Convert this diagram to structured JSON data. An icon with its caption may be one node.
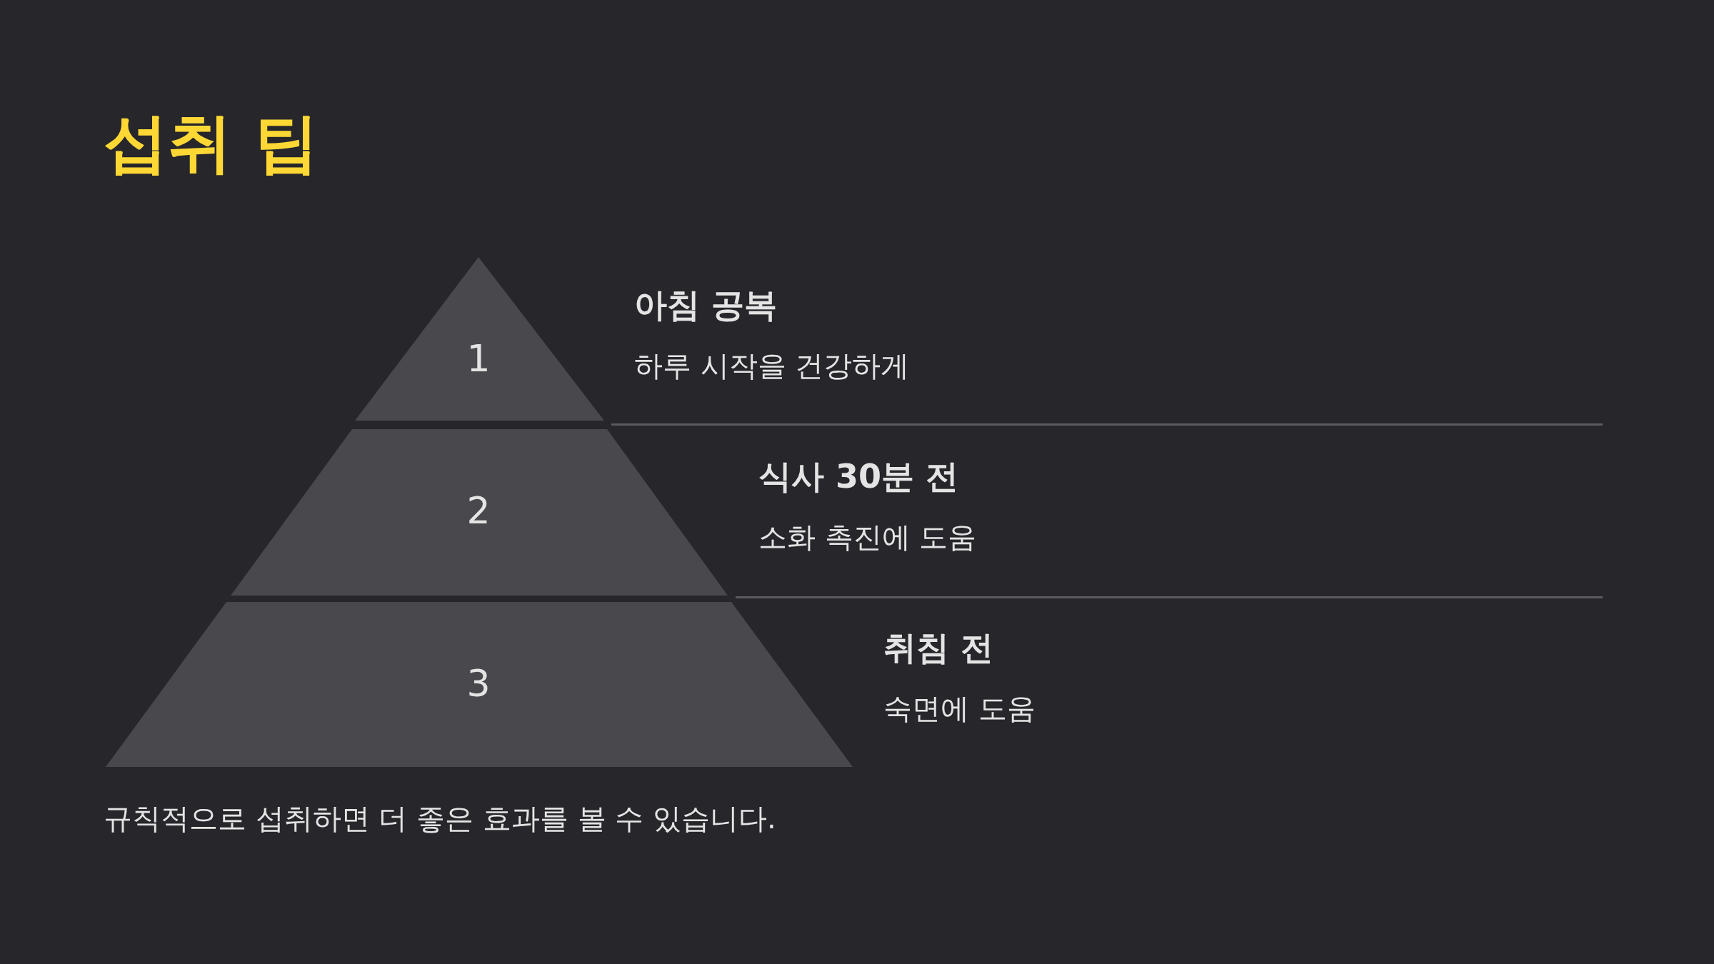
{
  "diagram": {
    "title": "섭취 팁",
    "caption": "규칙적으로 섭취하면 더 좋은 효과를 볼 수 있습니다.",
    "nodes": [
      {
        "text": [
          "1"
        ],
        "beside": [
          "아침 공복",
          "하루 시작을 건강하게"
        ]
      },
      {
        "text": [
          "2"
        ],
        "beside": [
          "식사 30분 전",
          "소화 촉진에 도움"
        ]
      },
      {
        "text": [
          "3"
        ],
        "beside": [
          "취침 전",
          "숙면에 도움"
        ]
      }
    ],
    "edges": []
  }
}
